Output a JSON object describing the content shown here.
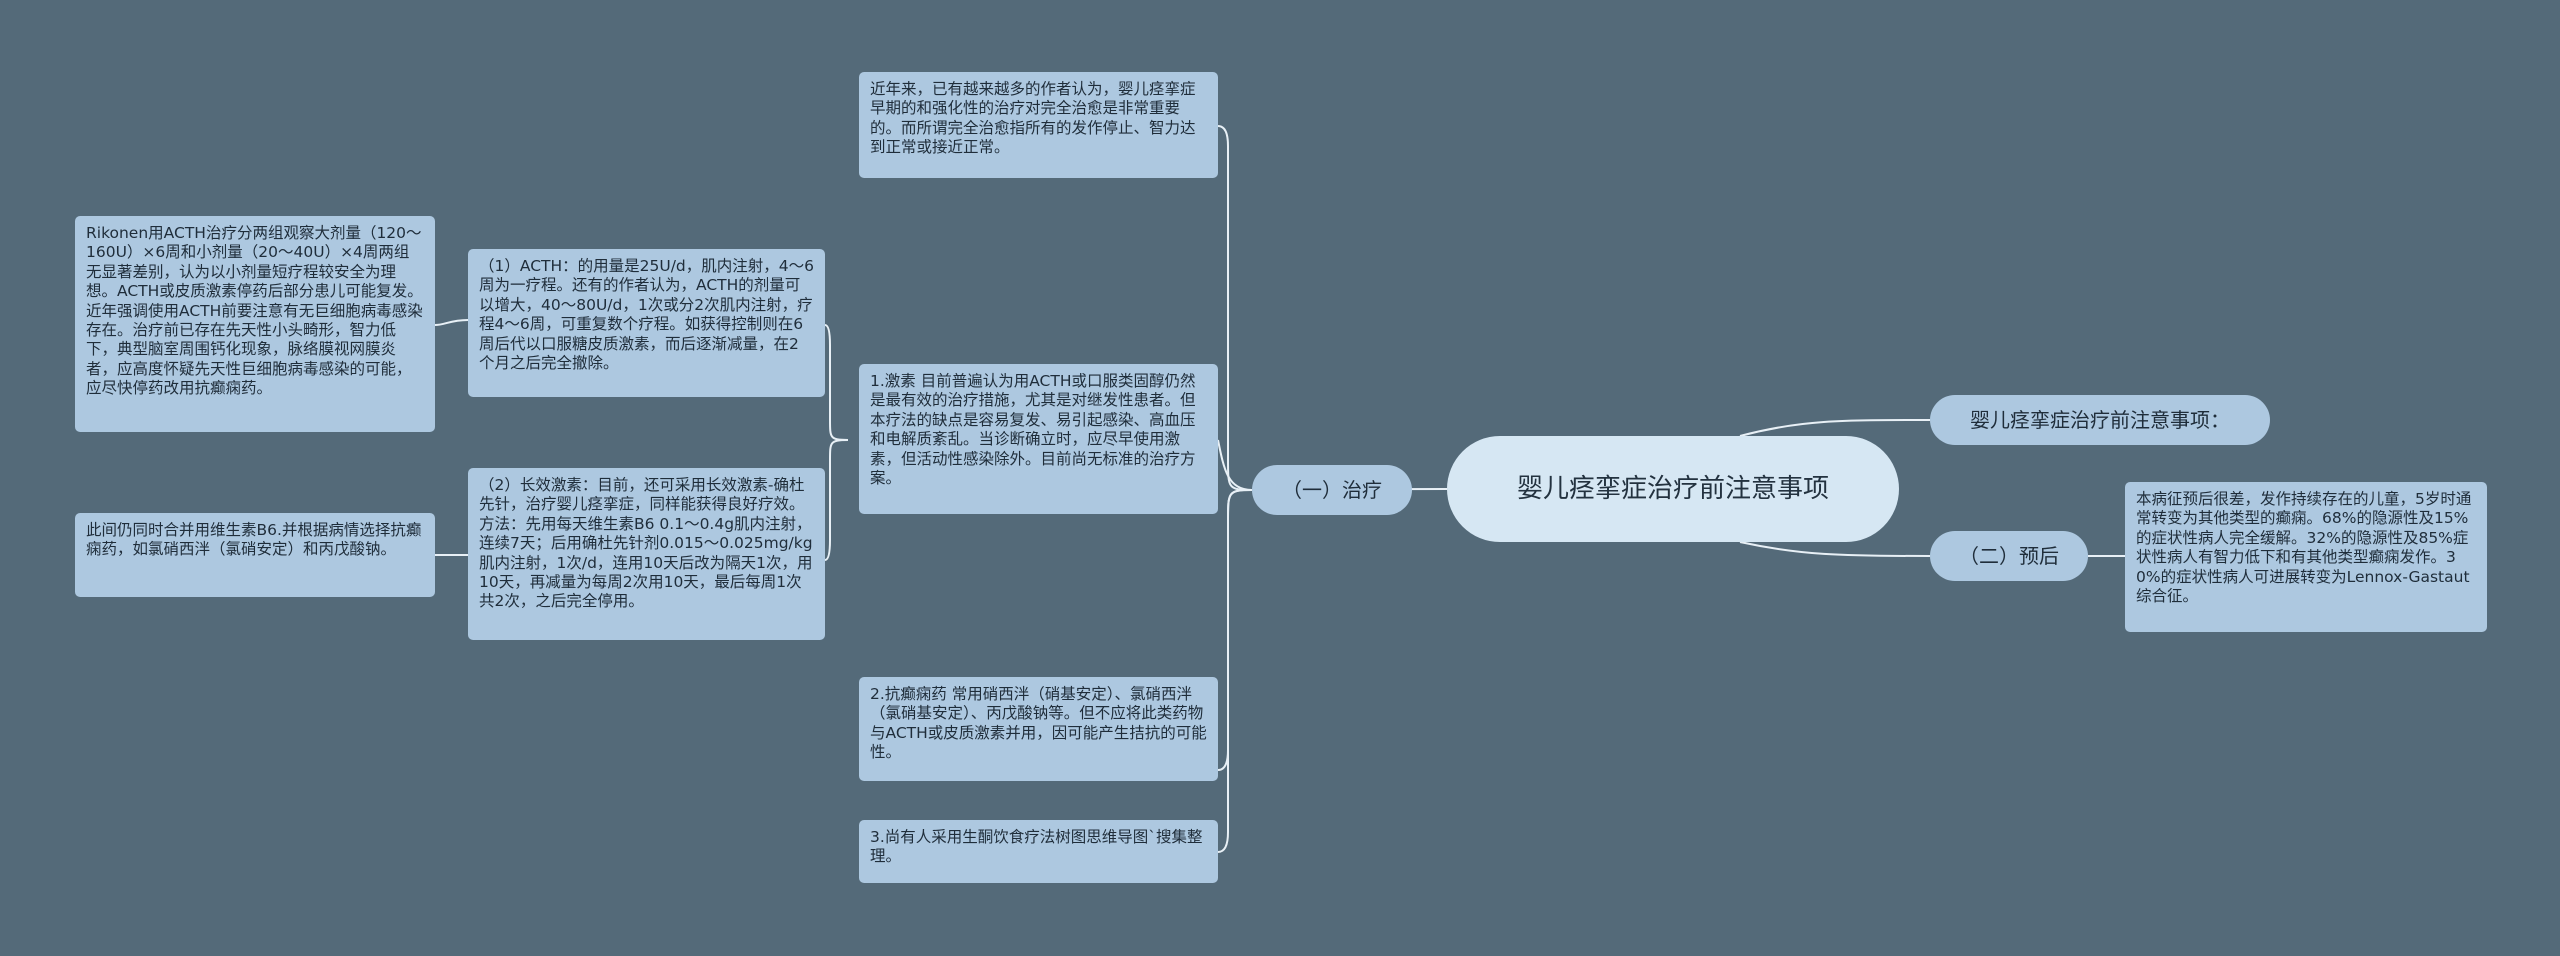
{
  "root": {
    "title": "婴儿痉挛症治疗前注意事项"
  },
  "branches": {
    "treatment": "（一）治疗",
    "notice": "婴儿痉挛症治疗前注意事项：",
    "prognosis": "（二）预后"
  },
  "treatment": {
    "intro": "近年来，已有越来越多的作者认为，婴儿痉挛症早期的和强化性的治疗对完全治愈是非常重要的。而所谓完全治愈指所有的发作停止、智力达到正常或接近正常。",
    "hormone": "1.激素 目前普遍认为用ACTH或口服类固醇仍然是最有效的治疗措施，尤其是对继发性患者。但本疗法的缺点是容易复发、易引起感染、高血压和电解质紊乱。当诊断确立时，应尽早使用激素，但活动性感染除外。目前尚无标准的治疗方案。",
    "acth": "（1）ACTH：的用量是25U/d，肌内注射，4～6周为一疗程。还有的作者认为，ACTH的剂量可以增大，40～80U/d，1次或分2次肌内注射，疗程4～6周，可重复数个疗程。如获得控制则在6周后代以口服糖皮质激素，而后逐渐减量，在2个月之后完全撤除。",
    "acth_detail": "Rikonen用ACTH治疗分两组观察大剂量（120～160U）×6周和小剂量（20～40U）×4周两组无显著差别，认为以小剂量短疗程较安全为理想。ACTH或皮质激素停药后部分患儿可能复发。近年强调使用ACTH前要注意有无巨细胞病毒感染存在。治疗前已存在先天性小头畸形，智力低下，典型脑室周围钙化现象，脉络膜视网膜炎者，应高度怀疑先天性巨细胞病毒感染的可能，应尽快停药改用抗癫痫药。",
    "long_acting": "（2）长效激素：目前，还可采用长效激素-确杜先针，治疗婴儿痉挛症，同样能获得良好疗效。方法：先用每天维生素B6 0.1～0.4g肌内注射，连续7天；后用确杜先针剂0.015～0.025mg/kg肌内注射，1次/d，连用10天后改为隔天1次，用10天，再减量为每周2次用10天，最后每周1次共2次，之后完全停用。",
    "long_acting_detail": "此间仍同时合并用维生素B6.并根据病情选择抗癫痫药，如氯硝西泮（氯硝安定）和丙戊酸钠。",
    "antiepileptic": "2.抗癫痫药 常用硝西泮（硝基安定）、氯硝西泮（氯硝基安定）、丙戊酸钠等。但不应将此类药物与ACTH或皮质激素并用，因可能产生拮抗的可能性。",
    "diet": "3.尚有人采用生酮饮食疗法树图思维导图`搜集整理。"
  },
  "prognosis": {
    "detail": "本病征预后很差，发作持续存在的儿童，5岁时通常转变为其他类型的癫痫。68%的隐源性及15%的症状性病人完全缓解。32%的隐源性及85%症状性病人有智力低下和有其他类型癫痫发作。30%的症状性病人可进展转变为Lennox-Gastaut综合征。"
  },
  "colors": {
    "background": "#546a79",
    "node_fill": "#adc8e0",
    "root_fill": "#d6e7f3",
    "connector": "#e8f0f6"
  }
}
